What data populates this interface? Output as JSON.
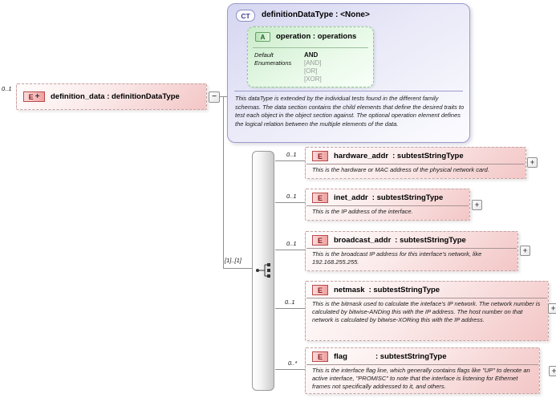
{
  "diagram": {
    "root": {
      "cardinality": "0..1",
      "badge": "E",
      "badge_plus": "+",
      "label": "definition_data : definitionDataType",
      "collapse_glyph": "−"
    },
    "complex_type": {
      "badge": "CT",
      "title": "definitionDataType : <None>",
      "attribute": {
        "badge": "A",
        "title": "operation : operations",
        "default_label": "Default",
        "default_value": "AND",
        "enumerations_label": "Enumerations",
        "enumerations": [
          "[AND]",
          "[OR]",
          "[XOR]"
        ]
      },
      "description": "This dataType is extended by the individual tests found in the different family schemas.  The data section contains the child elements that define the desired traits to test each object in the object section against.  The optional operation element defines the logical relation between the multiple elements of the data."
    },
    "sequence": {
      "cardinality": "[1]..[1]"
    },
    "children": [
      {
        "cardinality": "0..1",
        "badge": "E",
        "name": "hardware_addr",
        "type": ": subtestStringType",
        "description": "This is the hardware or MAC address of the physical network card.",
        "expand_glyph": "+"
      },
      {
        "cardinality": "0..1",
        "badge": "E",
        "name": "inet_addr",
        "type": ": subtestStringType",
        "description": "This is the IP address of the interface.",
        "expand_glyph": "+"
      },
      {
        "cardinality": "0..1",
        "badge": "E",
        "name": "broadcast_addr",
        "type": ": subtestStringType",
        "description": "This is the broadcast IP address for this interface's network, like 192.168.255.255.",
        "expand_glyph": "+"
      },
      {
        "cardinality": "0..1",
        "badge": "E",
        "name": "netmask",
        "type": ": subtestStringType",
        "description": "This is the bitmask used to calculate the inteface's IP network.  The network number is calculated by bitwise-ANDing this with the IP address. The host number on that network is calculated by bitwise-XORing this with the IP address.",
        "expand_glyph": "+"
      },
      {
        "cardinality": "0..*",
        "badge": "E",
        "name": "flag",
        "type": ": subtestStringType",
        "description": "This is the interface flag line, which generally contains flags like \"UP\" to denote an active interface, \"PROMISC\" to note that the interface is listening for Ethernet frames not specifically addressed to it, and others.",
        "expand_glyph": "+"
      }
    ],
    "colors": {
      "element_accent": "#b94a4a",
      "complex_type_accent": "#9b9bcb",
      "attribute_accent": "#64a164",
      "connector_line": "#8f8f8f"
    }
  }
}
